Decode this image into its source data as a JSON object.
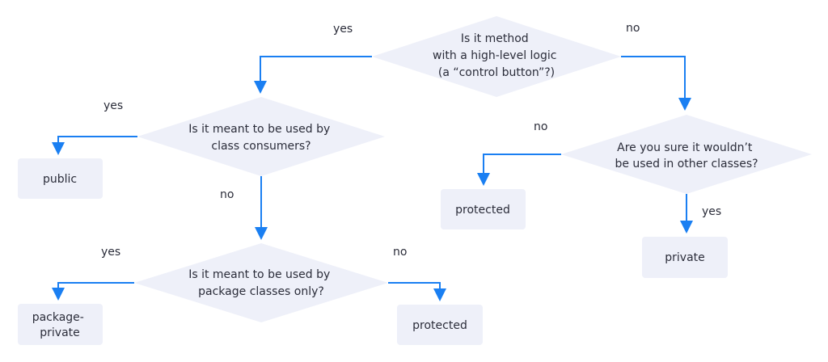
{
  "questions": {
    "q1": [
      "Is it method",
      "with a high-level logic",
      "(a “control button”?)"
    ],
    "q2": [
      "Is it meant to be used by",
      "class consumers?"
    ],
    "q3": [
      "Is it meant to be used by",
      "package classes only?"
    ],
    "q4": [
      "Are you sure it wouldn’t",
      "be used in other classes?"
    ]
  },
  "outcomes": {
    "public": [
      "public"
    ],
    "package_private": [
      "package-",
      "private"
    ],
    "protected_left": [
      "protected"
    ],
    "protected_right": [
      "protected"
    ],
    "private": [
      "private"
    ]
  },
  "edges": {
    "q1_yes": "yes",
    "q1_no": "no",
    "q2_yes": "yes",
    "q2_no": "no",
    "q3_yes": "yes",
    "q3_no": "no",
    "q4_no": "no",
    "q4_yes": "yes"
  },
  "colors": {
    "arrow": "#1a7ff2",
    "shape_fill": "#eef0f9",
    "text": "#2b2d3a"
  }
}
